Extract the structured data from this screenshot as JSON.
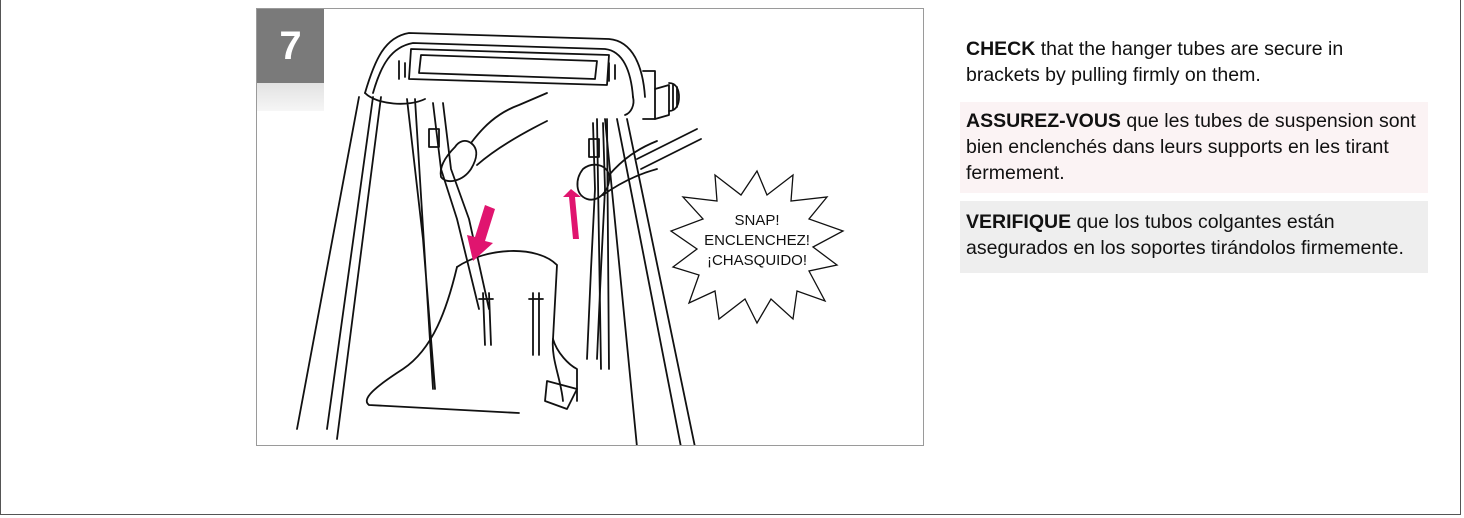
{
  "step": {
    "number": "7"
  },
  "callout": {
    "lines": [
      "SNAP!",
      "ENCLENCHEZ!",
      "¡CHASQUIDO!"
    ]
  },
  "instructions": {
    "en": {
      "keyword": "CHECK",
      "text": " that the hanger tubes are secure in brackets by pulling firmly on them."
    },
    "fr": {
      "keyword": "ASSUREZ-VOUS",
      "text": " que les tubes de suspension sont bien enclenchés dans leurs supports en les tirant fermement."
    },
    "es": {
      "keyword": "VERIFIQUE",
      "text": " que los tubos colgantes están asegurados en los soportes tirándolos firmemente."
    }
  },
  "colors": {
    "arrow": "#e0156f",
    "badge": "#7a7a7a",
    "fr_background": "#fbf3f4",
    "es_background": "#eeeeee"
  }
}
